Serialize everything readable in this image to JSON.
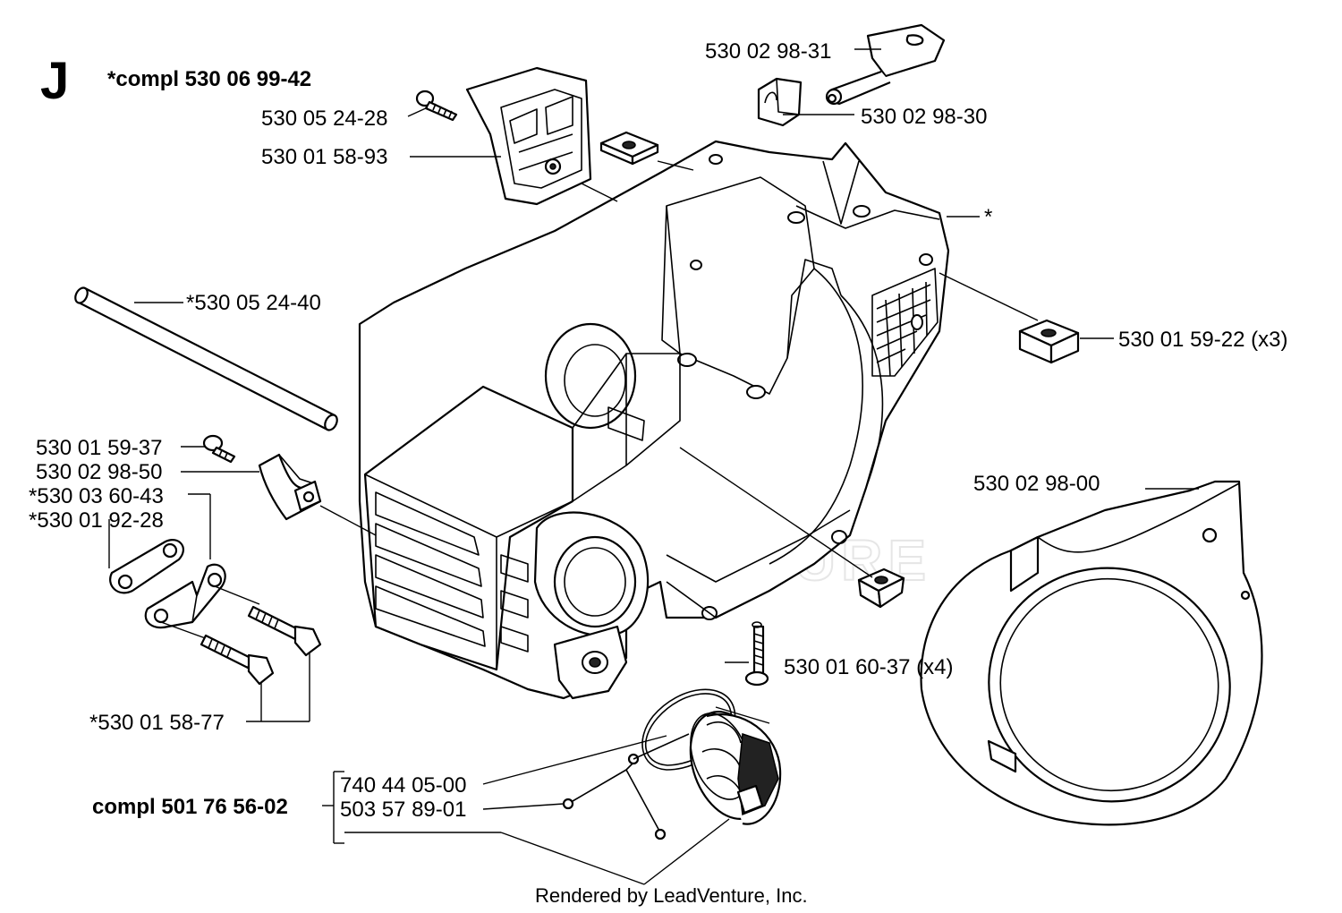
{
  "section": "J",
  "assembly_label": "*compl 530 06 99-42",
  "sub_assembly_label": "compl 501 76 56-02",
  "credit": "Rendered by LeadVenture, Inc.",
  "watermark": "LEADVENTURE",
  "callouts": {
    "p1": "530 02 98-31",
    "p2": "530 02 98-30",
    "p3": "530 05 24-28",
    "p4": "530 01 58-93",
    "p5": "*",
    "p6": "*530 05 24-40",
    "p7": "530 01 59-22 (x3)",
    "p8": "530 01 59-37",
    "p9": "530 02 98-50",
    "p10": "*530 03 60-43",
    "p11": "*530 01 92-28",
    "p12": "530 02 98-00",
    "p13": "530 01 60-37 (x4)",
    "p14": "*530 01 58-77",
    "p15": "740 44 05-00",
    "p16": "503 57 89-01"
  }
}
